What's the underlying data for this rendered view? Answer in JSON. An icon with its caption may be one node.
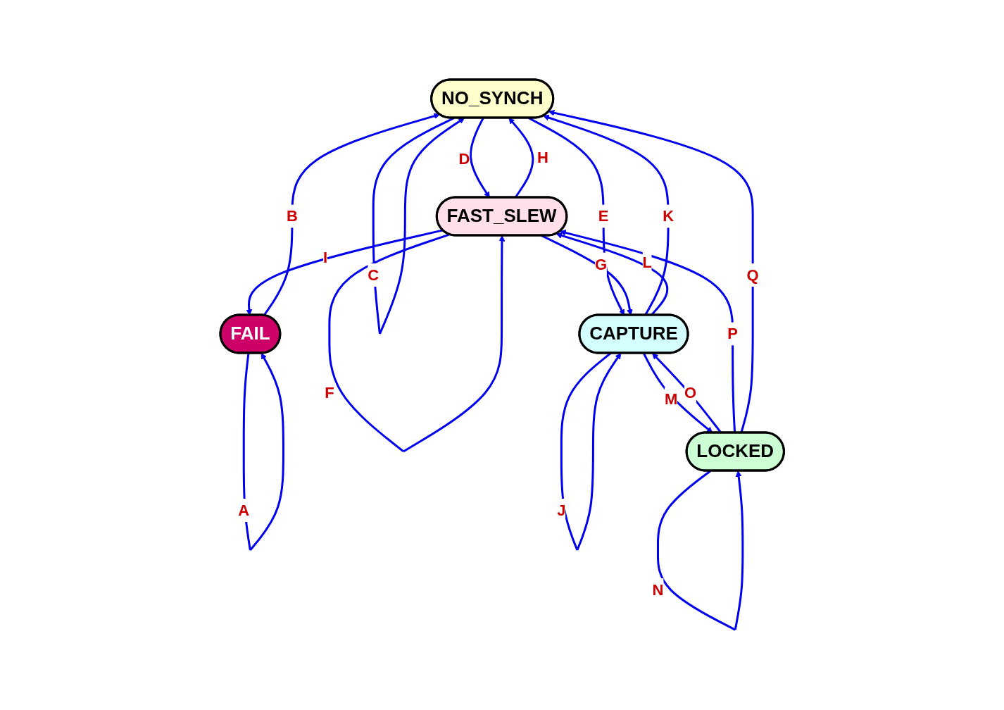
{
  "diagram": {
    "nodes": [
      {
        "text": [
          "NO_SYNCH"
        ]
      },
      {
        "text": [
          "CAPTURE"
        ]
      },
      {
        "text": [
          "FAST_SLEW"
        ]
      },
      {
        "text": [
          "FAIL"
        ]
      },
      {
        "text": [
          "LOCKED"
        ]
      }
    ],
    "edges": [
      {
        "from": 3,
        "to": 3,
        "arrow": "to",
        "label": "A"
      },
      {
        "from": 3,
        "to": 0,
        "arrow": "to",
        "label": "B"
      },
      {
        "from": 0,
        "to": 0,
        "arrow": "to",
        "label": "C"
      },
      {
        "from": 0,
        "to": 2,
        "arrow": "to",
        "label": "D"
      },
      {
        "from": 0,
        "to": 1,
        "arrow": "to",
        "label": "E"
      },
      {
        "from": 2,
        "to": 2,
        "arrow": "to",
        "label": "F"
      },
      {
        "from": 2,
        "to": 1,
        "arrow": "to",
        "label": "G"
      },
      {
        "from": 2,
        "to": 0,
        "arrow": "to",
        "label": "H"
      },
      {
        "from": 2,
        "to": 3,
        "arrow": "to",
        "label": "I"
      },
      {
        "from": 1,
        "to": 1,
        "arrow": "to",
        "label": "J"
      },
      {
        "from": 1,
        "to": 0,
        "arrow": "to",
        "label": "K"
      },
      {
        "from": 1,
        "to": 2,
        "arrow": "to",
        "label": "L"
      },
      {
        "from": 1,
        "to": 4,
        "arrow": "to",
        "label": "M"
      },
      {
        "from": 4,
        "to": 4,
        "arrow": "to",
        "label": "N"
      },
      {
        "from": 4,
        "to": 1,
        "arrow": "to",
        "label": "O"
      },
      {
        "from": 4,
        "to": 2,
        "arrow": "to",
        "label": "P"
      },
      {
        "from": 4,
        "to": 0,
        "arrow": "to",
        "label": "Q"
      }
    ]
  }
}
